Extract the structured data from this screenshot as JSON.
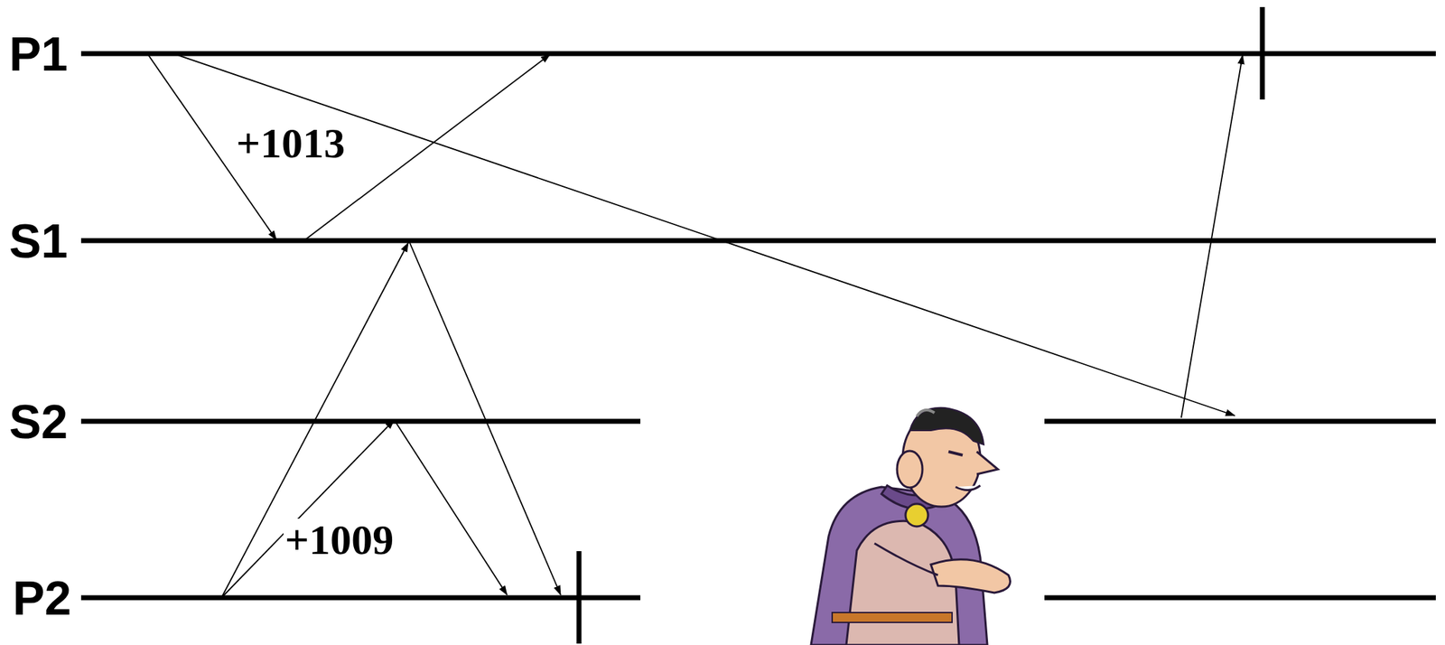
{
  "diagram": {
    "labels": [
      "P1",
      "S1",
      "S2",
      "P2",
      "+1013",
      "+1009"
    ]
  }
}
